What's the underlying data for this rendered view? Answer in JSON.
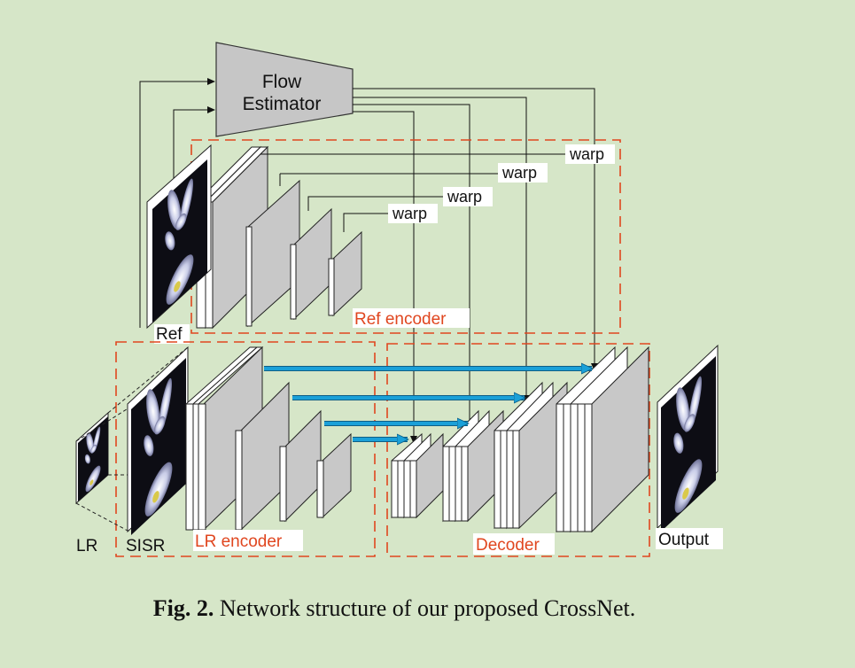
{
  "flow_estimator": {
    "line1": "Flow",
    "line2": "Estimator"
  },
  "warp_labels": [
    "warp",
    "warp",
    "warp",
    "warp"
  ],
  "regions": {
    "ref_encoder": "Ref encoder",
    "lr_encoder": "LR encoder",
    "decoder": "Decoder"
  },
  "images": {
    "ref": "Ref",
    "lr": "LR",
    "sisr": "SISR",
    "output": "Output"
  },
  "caption": {
    "label": "Fig. 2.",
    "text": "Network structure of our proposed CrossNet."
  },
  "colors": {
    "background": "#d6e6c8",
    "dashed_box": "#e0461f",
    "skip_arrow": "#1aa0d8",
    "layer_fill": "#c8c8c8"
  }
}
